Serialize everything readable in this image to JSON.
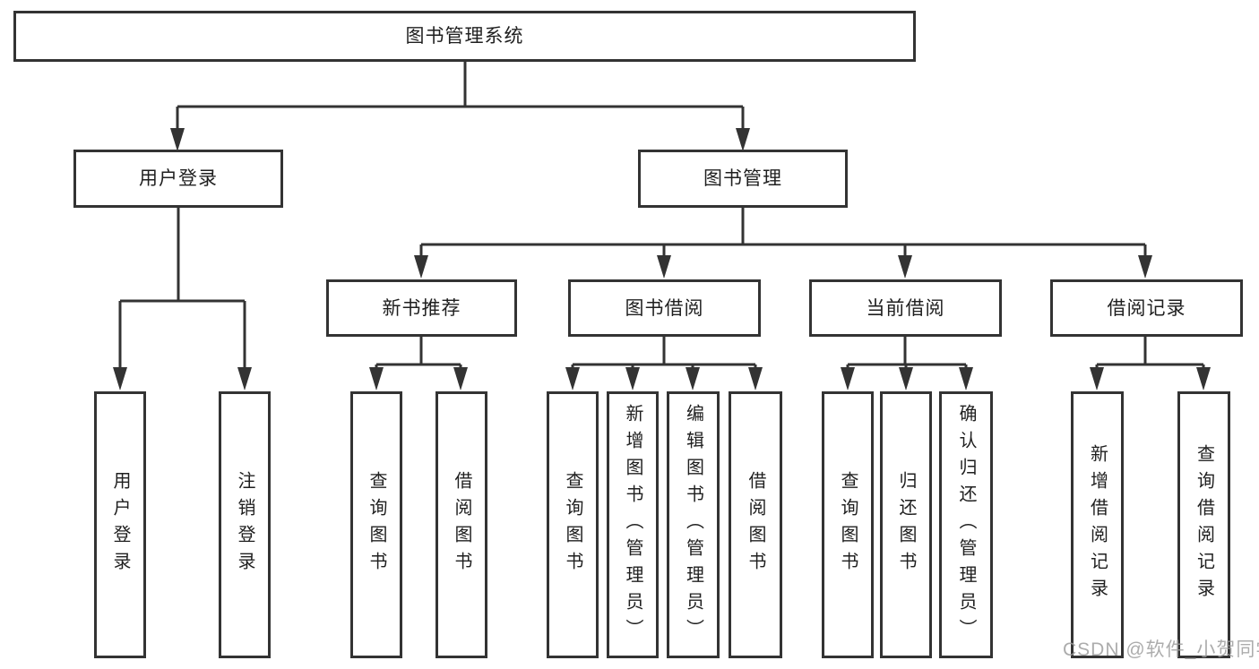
{
  "diagram_title": "图书管理系统",
  "watermark": "CSDN @软件_小贺同学",
  "colors": {
    "line": "#333333",
    "box_border": "#333333",
    "box_fill": "#ffffff",
    "text": "#1f1f1f",
    "background": "#ffffff",
    "watermark": "#9e9e9e"
  },
  "nodes": {
    "root": "图书管理系统",
    "user_login": "用户登录",
    "book_mgmt": "图书管理",
    "new_book_rec": "新书推荐",
    "book_borrow": "图书借阅",
    "current_borrow": "当前借阅",
    "borrow_record": "借阅记录"
  },
  "leaves": [
    {
      "parent": "用户登录",
      "label": "用户登录"
    },
    {
      "parent": "用户登录",
      "label": "注销登录"
    },
    {
      "parent": "新书推荐",
      "label": "查询图书"
    },
    {
      "parent": "新书推荐",
      "label": "借阅图书"
    },
    {
      "parent": "图书借阅",
      "label": "查询图书"
    },
    {
      "parent": "图书借阅",
      "label": "新增图书（管理员）"
    },
    {
      "parent": "图书借阅",
      "label": "编辑图书（管理员）"
    },
    {
      "parent": "图书借阅",
      "label": "借阅图书"
    },
    {
      "parent": "当前借阅",
      "label": "查询图书"
    },
    {
      "parent": "当前借阅",
      "label": "归还图书"
    },
    {
      "parent": "当前借阅",
      "label": "确认归还（管理员）"
    },
    {
      "parent": "借阅记录",
      "label": "新增借阅记录"
    },
    {
      "parent": "借阅记录",
      "label": "查询借阅记录"
    }
  ]
}
